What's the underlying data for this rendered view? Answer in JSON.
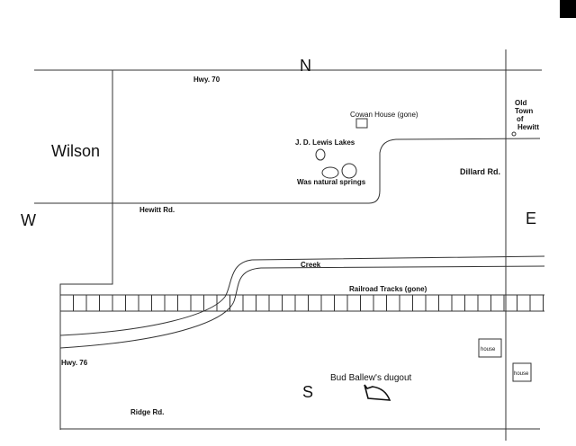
{
  "compass": {
    "north": "N",
    "south": "S",
    "east": "E",
    "west": "W"
  },
  "roads": {
    "hwy70": "Hwy. 70",
    "hewitt_rd": "Hewitt Rd.",
    "dillard_rd": "Dillard Rd.",
    "hwy76": "Hwy. 76",
    "ridge_rd": "Ridge Rd."
  },
  "places": {
    "wilson": "Wilson",
    "cowan_house": "Cowan House (gone)",
    "lakes": "J. D. Lewis Lakes",
    "springs": "Was natural springs",
    "old_town": [
      "Old",
      "Town",
      "of",
      "Hewitt"
    ],
    "creek": "Creek",
    "railroad": "Railroad Tracks (gone)",
    "dugout": "Bud Ballew's dugout",
    "house1": "house",
    "house2": "house"
  }
}
